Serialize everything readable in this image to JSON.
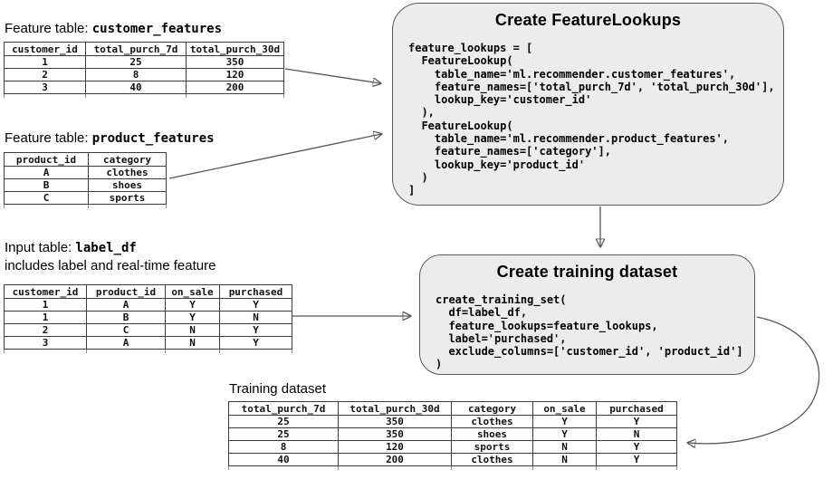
{
  "tables": {
    "customer": {
      "title_prefix": "Feature table: ",
      "title_code": "customer_features",
      "headers": [
        "customer_id",
        "total_purch_7d",
        "total_purch_30d"
      ],
      "rows": [
        [
          "1",
          "25",
          "350"
        ],
        [
          "2",
          "8",
          "120"
        ],
        [
          "3",
          "40",
          "200"
        ]
      ]
    },
    "product": {
      "title_prefix": "Feature table: ",
      "title_code": "product_features",
      "headers": [
        "product_id",
        "category"
      ],
      "rows": [
        [
          "A",
          "clothes"
        ],
        [
          "B",
          "shoes"
        ],
        [
          "C",
          "sports"
        ]
      ]
    },
    "label": {
      "title_prefix": "Input table: ",
      "title_code": "label_df",
      "subtitle": "includes label and real-time feature",
      "headers": [
        "customer_id",
        "product_id",
        "on_sale",
        "purchased"
      ],
      "rows": [
        [
          "1",
          "A",
          "Y",
          "Y"
        ],
        [
          "1",
          "B",
          "Y",
          "N"
        ],
        [
          "2",
          "C",
          "N",
          "Y"
        ],
        [
          "3",
          "A",
          "N",
          "Y"
        ]
      ]
    },
    "training": {
      "title": "Training dataset",
      "headers": [
        "total_purch_7d",
        "total_purch_30d",
        "category",
        "on_sale",
        "purchased"
      ],
      "rows": [
        [
          "25",
          "350",
          "clothes",
          "Y",
          "Y"
        ],
        [
          "25",
          "350",
          "shoes",
          "Y",
          "N"
        ],
        [
          "8",
          "120",
          "sports",
          "N",
          "Y"
        ],
        [
          "40",
          "200",
          "clothes",
          "N",
          "Y"
        ]
      ]
    }
  },
  "boxes": {
    "feature_lookups": {
      "title": "Create FeatureLookups",
      "code": [
        "feature_lookups = [",
        "  FeatureLookup(",
        "    table_name='ml.recommender.customer_features',",
        "    feature_names=['total_purch_7d', 'total_purch_30d'],",
        "    lookup_key='customer_id'",
        "  ),",
        "  FeatureLookup(",
        "    table_name='ml.recommender.product_features',",
        "    feature_names=['category'],",
        "    lookup_key='product_id'",
        "  )",
        "]"
      ]
    },
    "training_dataset": {
      "title": "Create training dataset",
      "code": [
        "create_training_set(",
        "  df=label_df,",
        "  feature_lookups=feature_lookups,",
        "  label='purchased',",
        "  exclude_columns=['customer_id', 'product_id']",
        ")"
      ]
    }
  },
  "colors": {
    "box_fill": "#ececec",
    "box_border": "#5b5b5b",
    "arrow": "#565656",
    "table_border": "#3d3d3d",
    "background": "#ffffff"
  }
}
